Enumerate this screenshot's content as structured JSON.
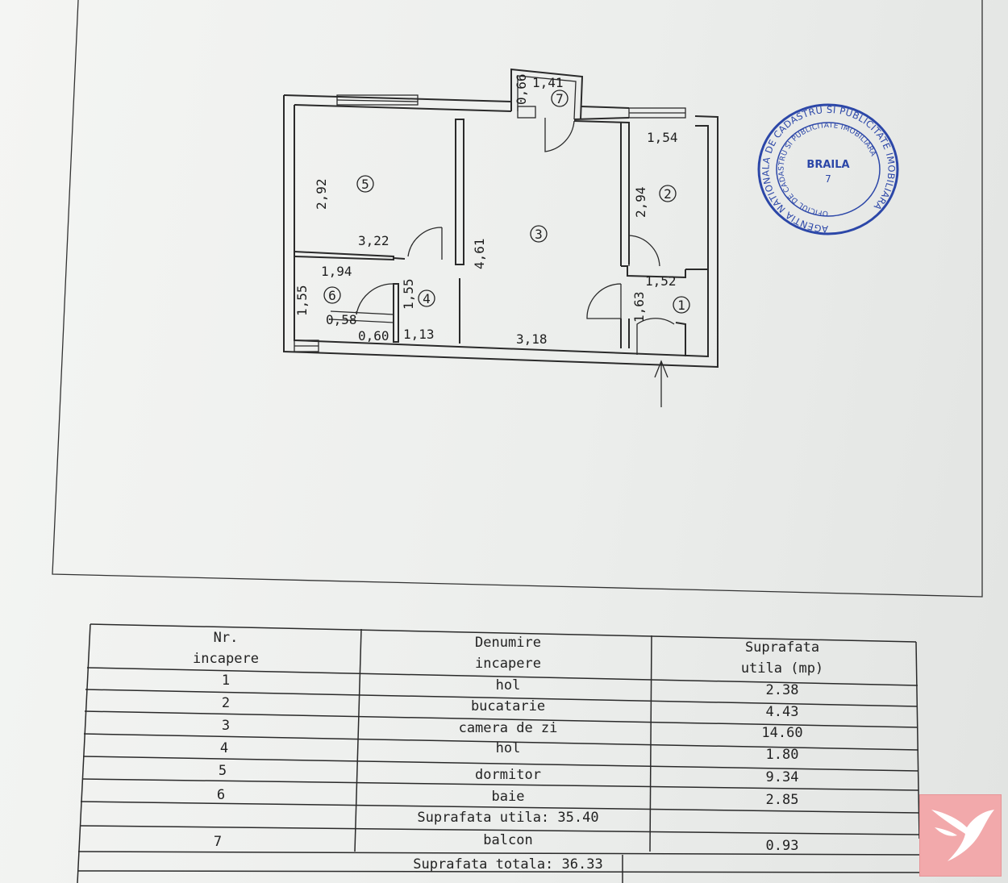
{
  "plan": {
    "dimensions": {
      "balcony_depth": "0,66",
      "balcony_width": "1,41",
      "kitchen_width": "1,54",
      "bedroom_depth": "2,92",
      "bedroom_width": "3,22",
      "kitchen_depth": "2,94",
      "living_depth": "4,61",
      "bath_width": "1,94",
      "hall_width": "1,52",
      "bath_depth": "1,55",
      "inner_hall_depth": "1,55",
      "hall_depth": "1,63",
      "bath_small_1": "0,58",
      "bath_small_2": "0,60",
      "inner_hall_width": "1,13",
      "living_width": "3,18"
    },
    "room_numbers": [
      "1",
      "2",
      "3",
      "4",
      "5",
      "6",
      "7"
    ]
  },
  "stamp": {
    "outer_text": "AGENTIA NATIONALA DE CADASTRU SI PUBLICITATE IMOBILIARA",
    "inner_text": "OFICIUL DE CADASTRU SI PUBLICITATE IMOBILIARA",
    "city": "BRAILA",
    "number": "7",
    "color": "#2c47a8"
  },
  "table": {
    "headers": {
      "nr": [
        "Nr.",
        "incapere"
      ],
      "name": [
        "Denumire",
        "incapere"
      ],
      "area": [
        "Suprafata",
        "utila (mp)"
      ]
    },
    "rows": [
      {
        "nr": "1",
        "name": "hol",
        "area": "2.38"
      },
      {
        "nr": "2",
        "name": "bucatarie",
        "area": "4.43"
      },
      {
        "nr": "3",
        "name": "camera de zi",
        "area": "14.60"
      },
      {
        "nr": "4",
        "name": "hol",
        "area": "1.80"
      },
      {
        "nr": "5",
        "name": "dormitor",
        "area": "9.34"
      },
      {
        "nr": "6",
        "name": "baie",
        "area": "2.85"
      }
    ],
    "useful_total": "Suprafata utila: 35.40",
    "balcony_row": {
      "nr": "7",
      "name": "balcon",
      "area": "0.93"
    },
    "grand_total": "Suprafata totala: 36.33"
  },
  "logo": {
    "icon": "bird-logo-icon",
    "color": "#f2a9ab"
  }
}
